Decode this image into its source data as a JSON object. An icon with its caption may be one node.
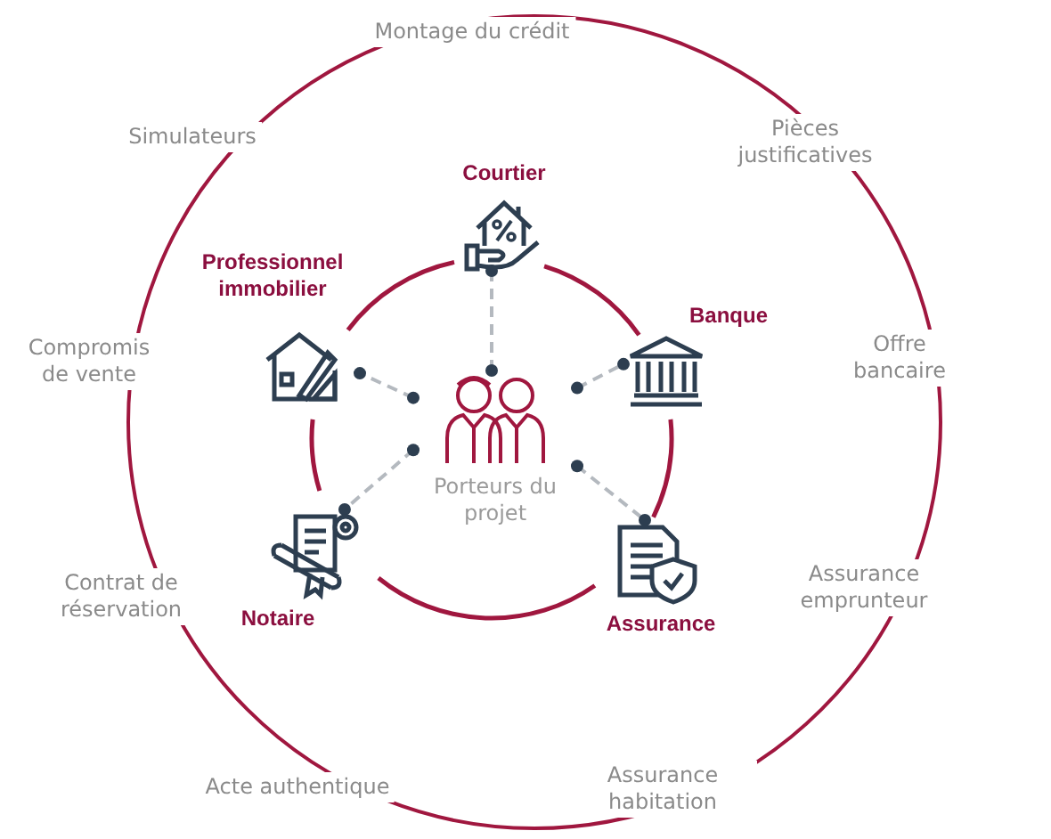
{
  "diagram": {
    "nodes": [
      {
        "text": [
          "Porteurs du projet"
        ]
      },
      {
        "text": [
          "Courtier"
        ]
      },
      {
        "text": [
          "Banque"
        ]
      },
      {
        "text": [
          "Assurance"
        ]
      },
      {
        "text": [
          "Notaire"
        ]
      },
      {
        "text": [
          "Professionnel immobilier"
        ]
      }
    ],
    "edges": [
      {
        "from": 0,
        "to": 1,
        "arrow": "other",
        "style": "dashed"
      },
      {
        "from": 0,
        "to": 2,
        "arrow": "other",
        "style": "dashed"
      },
      {
        "from": 0,
        "to": 3,
        "arrow": "other",
        "style": "dashed"
      },
      {
        "from": 0,
        "to": 4,
        "arrow": "other",
        "style": "dashed"
      },
      {
        "from": 0,
        "to": 5,
        "arrow": "other",
        "style": "dashed"
      }
    ],
    "labels": [
      "Montage du crédit",
      "Simulateurs",
      "Pièces justificatives",
      "Compromis de vente",
      "Offre bancaire",
      "Contrat de réservation",
      "Assurance emprunteur",
      "Acte authentique",
      "Assurance habitation"
    ]
  }
}
